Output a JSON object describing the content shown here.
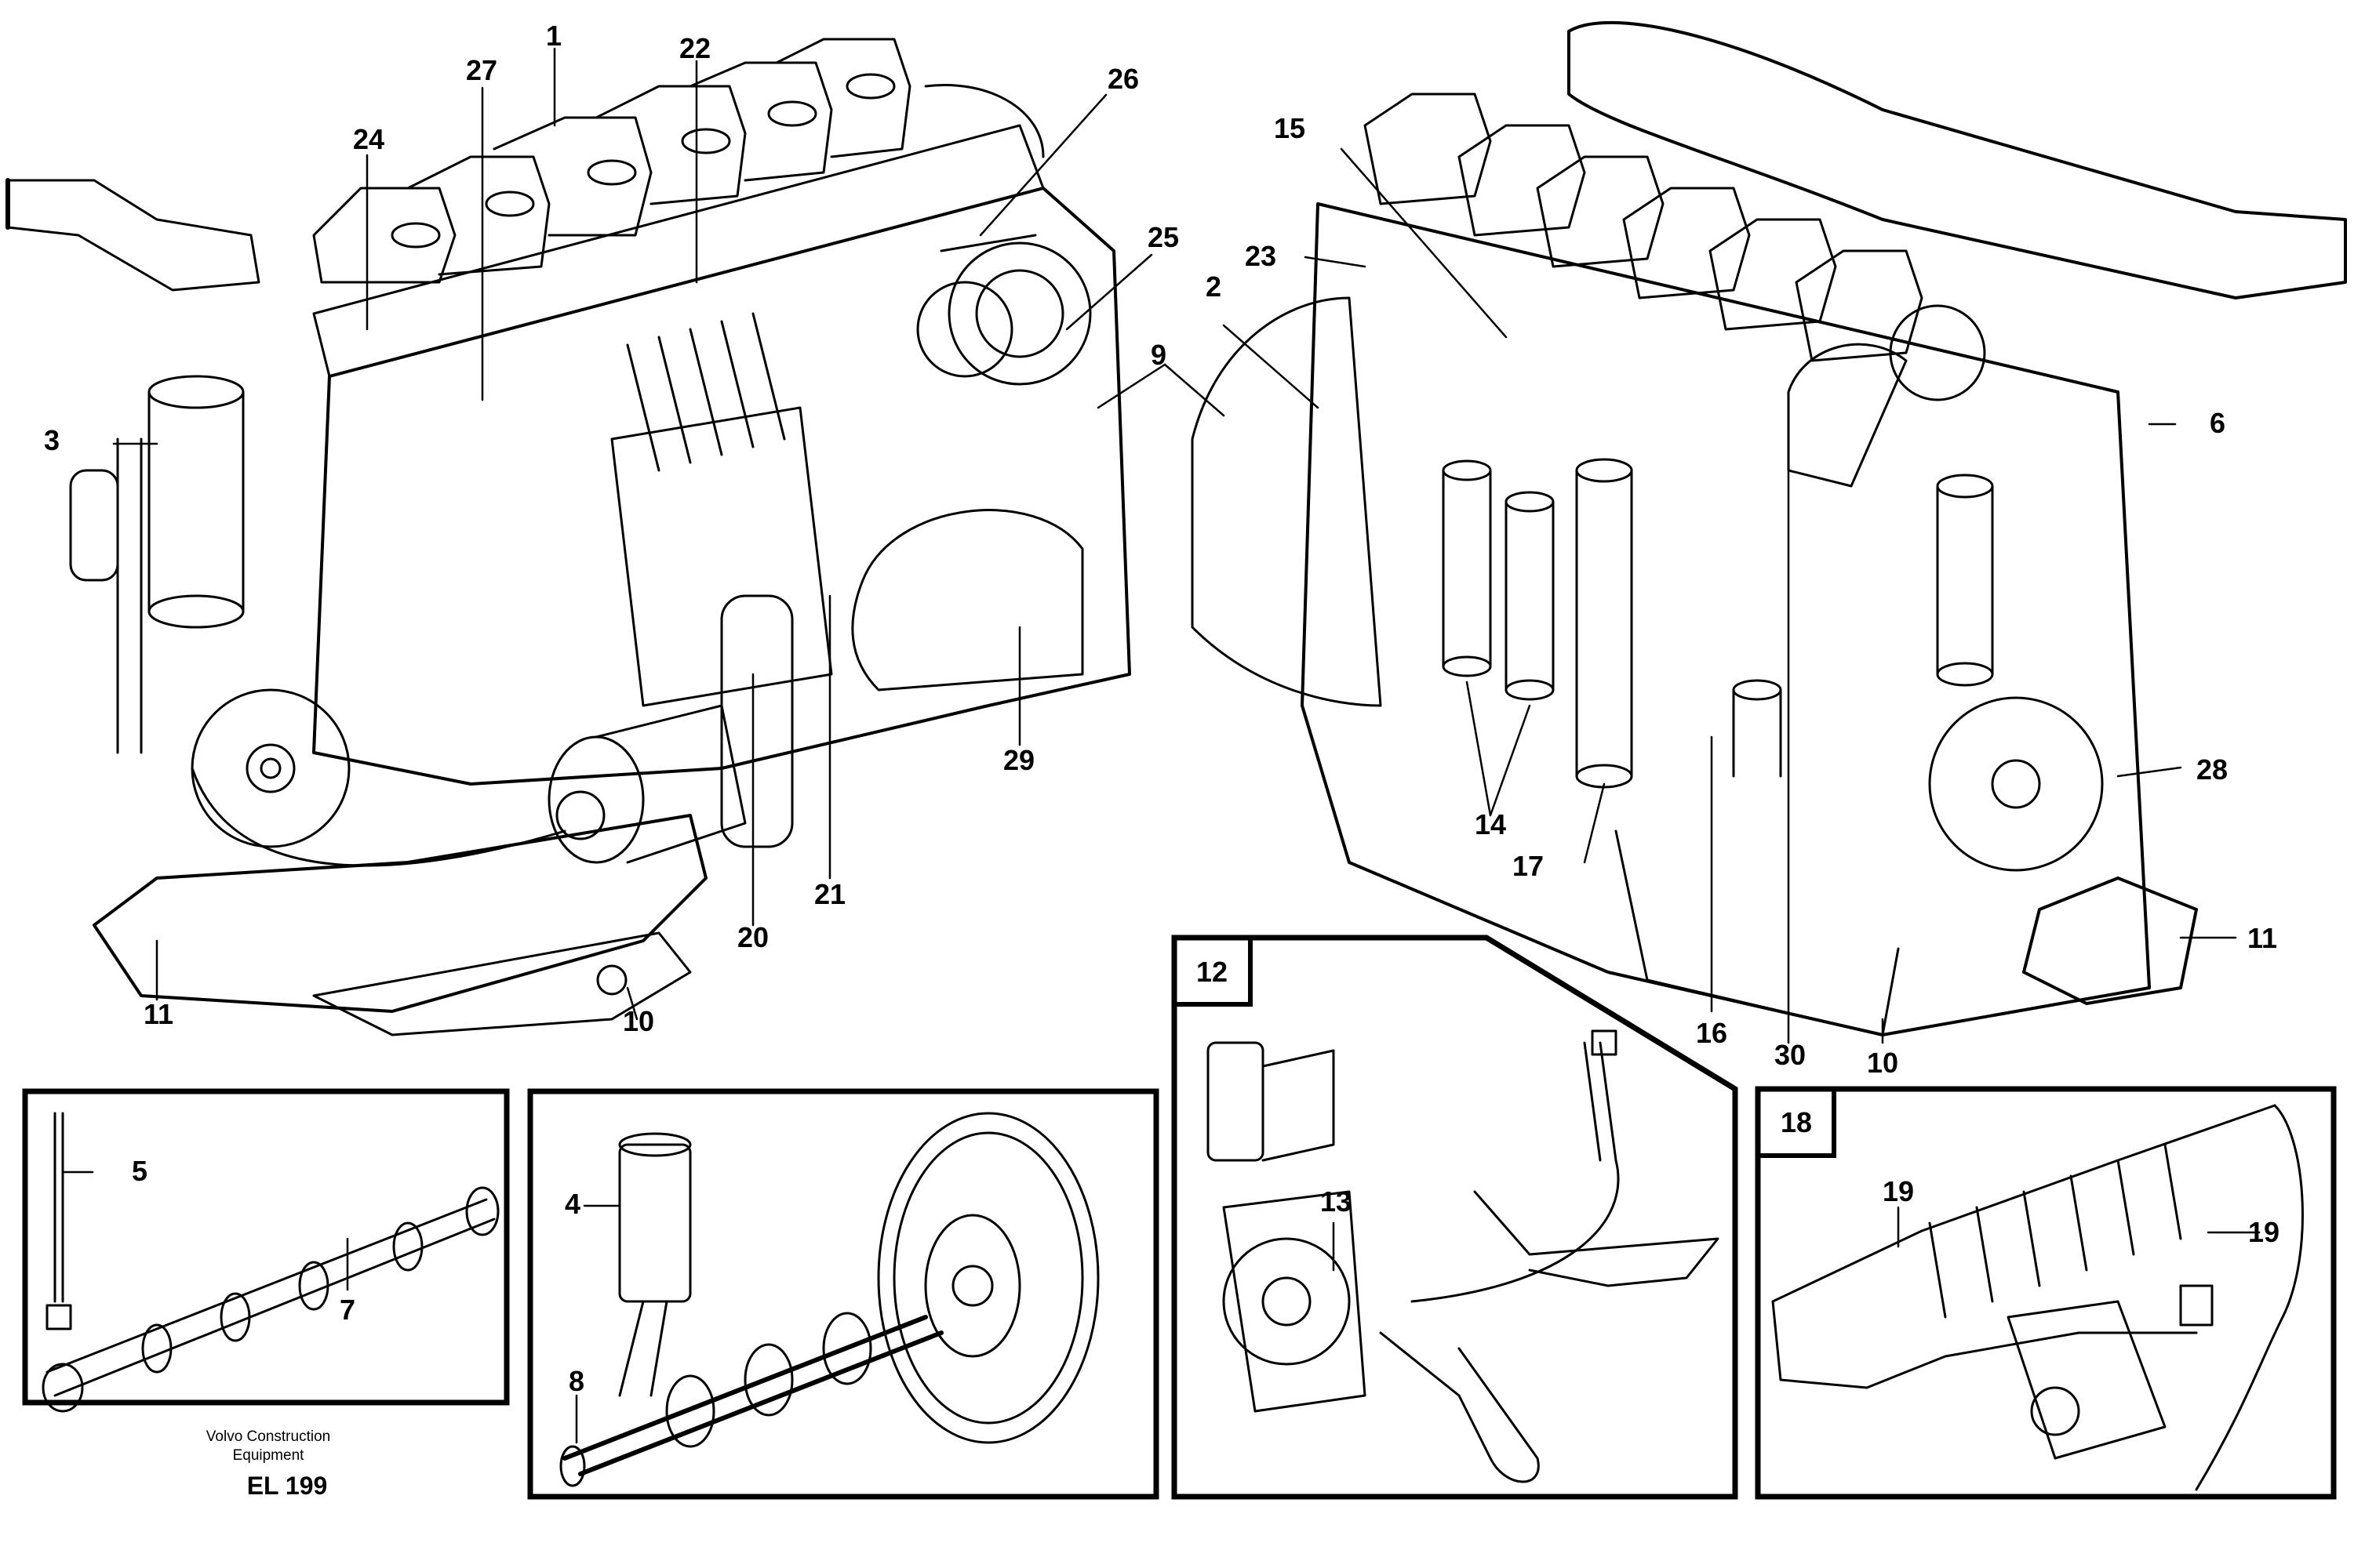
{
  "diagram": {
    "callouts": [
      {
        "id": "1",
        "label": "1"
      },
      {
        "id": "2",
        "label": "2"
      },
      {
        "id": "3",
        "label": "3"
      },
      {
        "id": "4",
        "label": "4"
      },
      {
        "id": "5",
        "label": "5"
      },
      {
        "id": "6",
        "label": "6"
      },
      {
        "id": "7",
        "label": "7"
      },
      {
        "id": "8",
        "label": "8"
      },
      {
        "id": "9",
        "label": "9"
      },
      {
        "id": "10a",
        "label": "10"
      },
      {
        "id": "10b",
        "label": "10"
      },
      {
        "id": "11a",
        "label": "11"
      },
      {
        "id": "11b",
        "label": "11"
      },
      {
        "id": "12",
        "label": "12"
      },
      {
        "id": "13",
        "label": "13"
      },
      {
        "id": "14",
        "label": "14"
      },
      {
        "id": "15",
        "label": "15"
      },
      {
        "id": "16",
        "label": "16"
      },
      {
        "id": "17",
        "label": "17"
      },
      {
        "id": "18",
        "label": "18"
      },
      {
        "id": "19a",
        "label": "19"
      },
      {
        "id": "19b",
        "label": "19"
      },
      {
        "id": "20",
        "label": "20"
      },
      {
        "id": "21",
        "label": "21"
      },
      {
        "id": "22",
        "label": "22"
      },
      {
        "id": "23",
        "label": "23"
      },
      {
        "id": "24",
        "label": "24"
      },
      {
        "id": "25",
        "label": "25"
      },
      {
        "id": "26",
        "label": "26"
      },
      {
        "id": "27",
        "label": "27"
      },
      {
        "id": "28",
        "label": "28"
      },
      {
        "id": "29",
        "label": "29"
      },
      {
        "id": "30",
        "label": "30"
      }
    ],
    "footer": {
      "company_line1": "Volvo Construction",
      "company_line2": "Equipment",
      "code": "EL 199"
    }
  },
  "colors": {
    "line": "#000000",
    "background": "#ffffff"
  }
}
